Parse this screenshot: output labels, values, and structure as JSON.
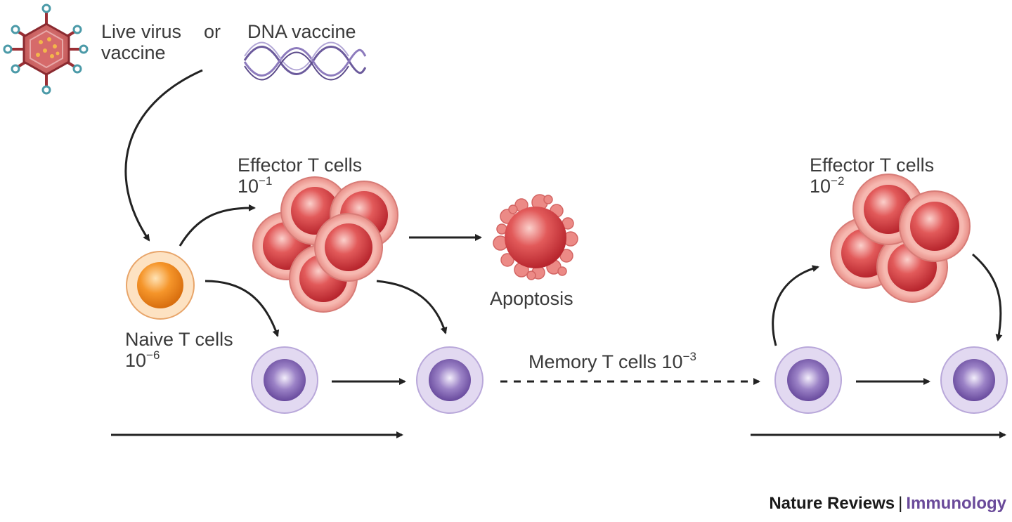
{
  "labels": {
    "live_virus": "Live virus",
    "live_virus_2": "vaccine",
    "or": "or",
    "dna_vaccine": "DNA vaccine",
    "effector_primary": "Effector T cells",
    "effector_primary_base": "10",
    "effector_primary_exp": "−1",
    "apoptosis": "Apoptosis",
    "naive": "Naive T cells",
    "naive_base": "10",
    "naive_exp": "−6",
    "memory": "Memory T cells 10",
    "memory_exp": "−3",
    "effector_secondary": "Effector T cells",
    "effector_secondary_base": "10",
    "effector_secondary_exp": "−2"
  },
  "credit": {
    "publisher": "Nature Reviews",
    "separator": "|",
    "journal": "Immunology"
  },
  "colors": {
    "effector_fill": "#d9474a",
    "effector_ring": "#f2a9a3",
    "naive_fill": "#f08a22",
    "naive_ring": "#fbd9b3",
    "memory_fill": "#7a5cae",
    "memory_ring": "#ddd3ee",
    "arrow": "#222222",
    "journal": "#6a4a9a"
  }
}
